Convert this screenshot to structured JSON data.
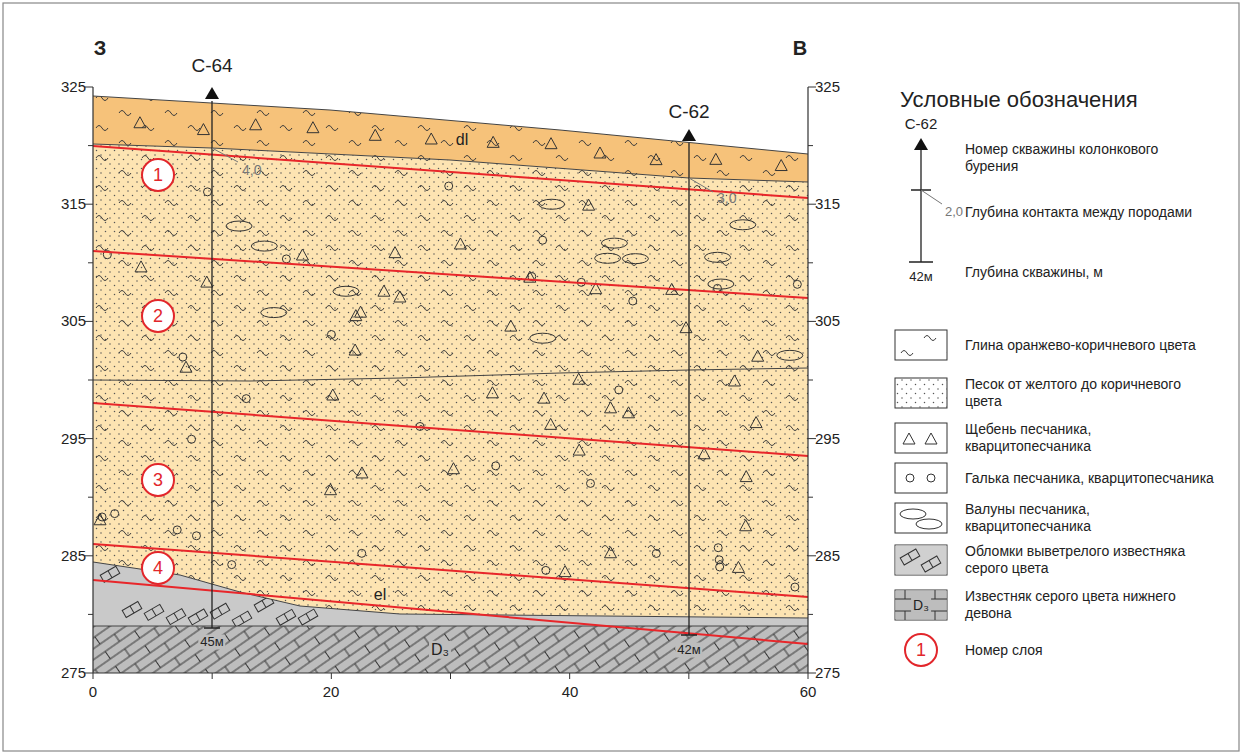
{
  "diagram": {
    "nodes": [
      {
        "text": [
          "1"
        ]
      },
      {
        "text": [
          "2"
        ]
      },
      {
        "text": [
          "3"
        ]
      },
      {
        "text": [
          "4"
        ]
      },
      {
        "text": [
          "1"
        ]
      }
    ],
    "labels": [
      "З",
      "В",
      "С-64",
      "С-62",
      "325",
      "315",
      "305",
      "295",
      "285",
      "275",
      "325",
      "315",
      "305",
      "295",
      "285",
      "275",
      "0",
      "20",
      "40",
      "60",
      "4,0",
      "3,0",
      "dl",
      "el",
      "D₃",
      "45м",
      "42м",
      "Условные обозначения",
      "С-62",
      "2,0",
      "42м",
      "D₃"
    ],
    "legend": [
      {
        "text": "Номер скважины колонкового бурения"
      },
      {
        "text": "Глубина контакта между породами"
      },
      {
        "text": "Глубина скважины, м"
      },
      {
        "text": "Глина оранжево-коричневого цвета"
      },
      {
        "text": "Песок от желтого до коричневого цвета"
      },
      {
        "text": "Щебень песчаника, кварцитопесчаника"
      },
      {
        "text": "Галька песчаника, кварцитопесчаника"
      },
      {
        "text": "Валуны песчаника, кварцитопесчаника"
      },
      {
        "text": "Обломки выветрелого известняка серого цвета"
      },
      {
        "text": "Известняк серого цвета нижнего девона"
      },
      {
        "text": "Номер слоя"
      }
    ]
  }
}
